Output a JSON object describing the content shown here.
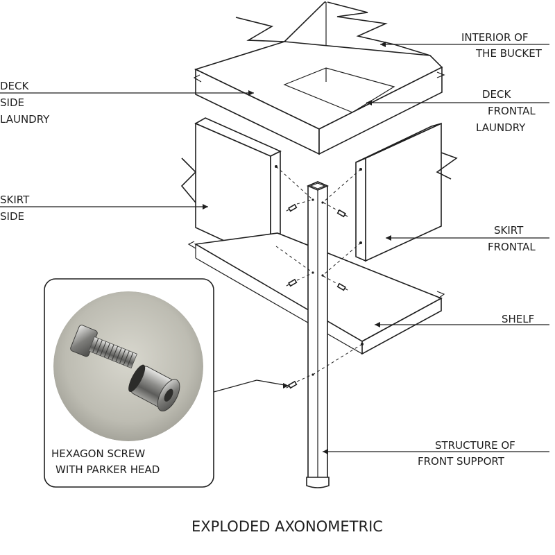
{
  "title": "EXPLODED AXONOMETRIC",
  "labels": {
    "interior_bucket": [
      "INTERIOR OF",
      "THE BUCKET"
    ],
    "deck_side": [
      "DECK",
      "SIDE",
      "LAUNDRY"
    ],
    "deck_frontal": [
      "DECK",
      "FRONTAL",
      "LAUNDRY"
    ],
    "skirt_side": [
      "SKIRT",
      "SIDE"
    ],
    "skirt_frontal": [
      "SKIRT",
      "FRONTAL"
    ],
    "shelf": [
      "SHELF"
    ],
    "front_support": [
      "STRUCTURE OF",
      "FRONT SUPPORT"
    ]
  },
  "inset": {
    "caption": [
      "HEXAGON SCREW",
      "WITH PARKER HEAD"
    ]
  }
}
